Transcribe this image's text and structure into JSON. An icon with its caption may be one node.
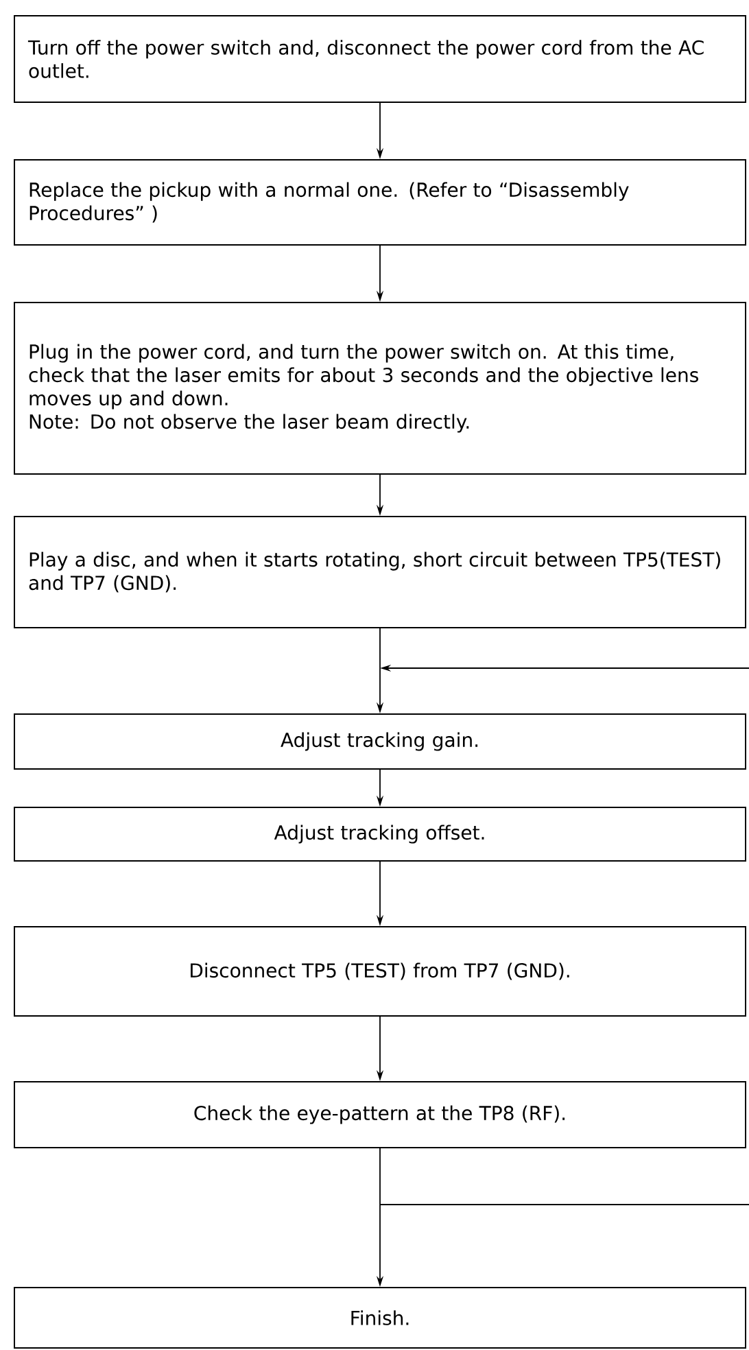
{
  "diagram": {
    "nodes": [
      {
        "text": [
          "Turn off the power switch and, disconnect the power cord from the AC outlet."
        ]
      },
      {
        "text": [
          "Replace the pickup with a normal one. (Refer to “Disassembly Procedures” )"
        ]
      },
      {
        "text": [
          "Plug in the power cord, and turn the power switch on. At this time, check that the laser emits for about 3 seconds and the objective lens moves up and down.",
          "Note: Do not observe the laser beam directly."
        ]
      },
      {
        "text": [
          "Play a disc, and when it starts rotating, short circuit between TP5(TEST) and TP7 (GND)."
        ]
      },
      {
        "text": [
          "Adjust tracking gain."
        ]
      },
      {
        "text": [
          "Adjust tracking offset."
        ]
      },
      {
        "text": [
          "Disconnect TP5 (TEST) from TP7 (GND)."
        ]
      },
      {
        "text": [
          "Check the eye-pattern at the TP8 (RF)."
        ]
      },
      {
        "text": [
          "Finish."
        ]
      }
    ],
    "edges": [
      {
        "from": 0,
        "to": 1,
        "arrow": "to"
      },
      {
        "from": 1,
        "to": 2,
        "arrow": "to"
      },
      {
        "from": 2,
        "to": 3,
        "arrow": "to"
      },
      {
        "from": 3,
        "to": 4,
        "arrow": "to"
      },
      {
        "from": 4,
        "to": 5,
        "arrow": "to"
      },
      {
        "from": 5,
        "to": 6,
        "arrow": "to"
      },
      {
        "from": 6,
        "to": 7,
        "arrow": "to"
      },
      {
        "from": 7,
        "to": 8,
        "arrow": "to"
      },
      {
        "from": null,
        "to": 4,
        "arrow": "to"
      },
      {
        "from": 7,
        "to": null,
        "arrow": "none"
      }
    ]
  }
}
